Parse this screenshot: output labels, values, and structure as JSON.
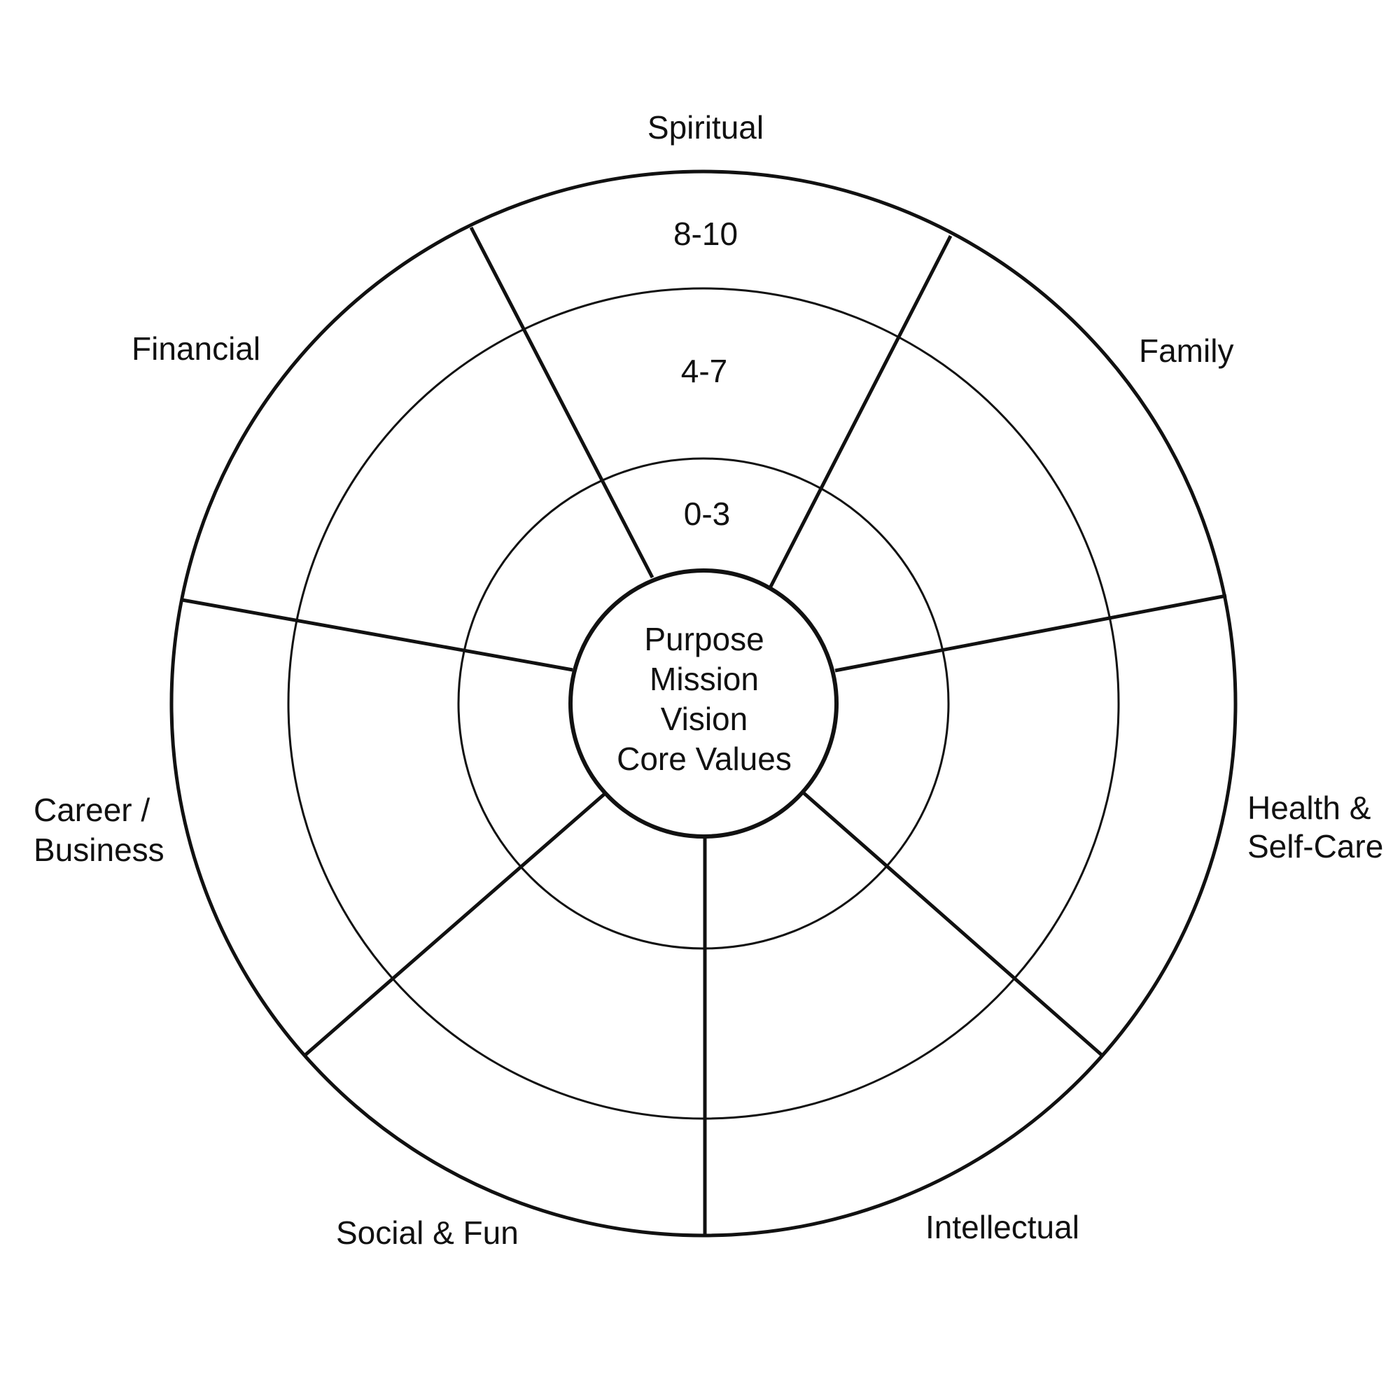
{
  "categories": {
    "spiritual": "Spiritual",
    "family": "Family",
    "health_line1": "Health &",
    "health_line2": "Self-Care",
    "intellectual": "Intellectual",
    "social": "Social & Fun",
    "career_line1": "Career /",
    "career_line2": "Business",
    "financial": "Financial"
  },
  "bands": {
    "outer": "8-10",
    "middle": "4-7",
    "inner": "0-3"
  },
  "center": {
    "line1": "Purpose",
    "line2": "Mission",
    "line3": "Vision",
    "line4": "Core Values"
  },
  "colors": {
    "ink": "#111111",
    "background": "#ffffff"
  }
}
